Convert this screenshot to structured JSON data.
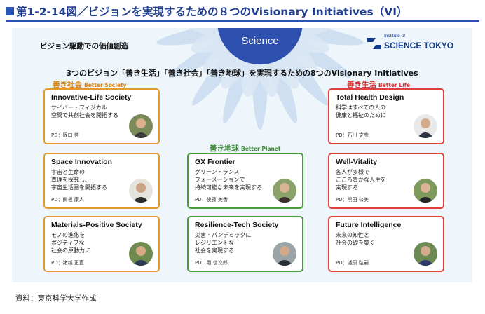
{
  "page_title": "第1-2-14図／ビジョンを実現するための８つのVisionary Initiatives（VI）",
  "science_label": "Science",
  "drive_label": "ビジョン駆動での価値創造",
  "logo": {
    "small": [
      "Institute of"
    ],
    "big": "SCIENCE TOKYO"
  },
  "subtitle": "3つのビジョン「善き生活」「善き社会」「善き地球」を実現するための8つのVisionary Initiatives",
  "groups": [
    {
      "jp": "善き社会",
      "en": "Better Society",
      "color": "#d98412"
    },
    {
      "jp": "善き地球",
      "en": "Better Planet",
      "color": "#3b8a35"
    },
    {
      "jp": "善き生活",
      "en": "Better Life",
      "color": "#d9332f"
    }
  ],
  "cards": [
    {
      "name": "Innovative-Life Society",
      "desc": [
        "サイバー・フィジカル",
        "空間で共創社会を開拓する"
      ],
      "pd": "PD：阪口 啓"
    },
    {
      "name": "Space Innovation",
      "desc": [
        "宇宙と生命の",
        "真理を探究し、",
        "宇宙生活圏を開拓する"
      ],
      "pd": "PD：関根 康人"
    },
    {
      "name": "Materials-Positive Society",
      "desc": [
        "モノの進化を",
        "ポジティブな",
        "社会の原動力に"
      ],
      "pd": "PD：猪越 正直"
    },
    {
      "name": "GX Frontier",
      "desc": [
        "グリーントランス",
        "フォーメーションで",
        "持続可能な未来を実現する"
      ],
      "pd": "PD：後藤 美香"
    },
    {
      "name": "Resilience-Tech Society",
      "desc": [
        "災害・パンデミックに",
        "レジリエントな",
        "社会を実現する"
      ],
      "pd": "PD：鼎 信次郎"
    },
    {
      "name": "Total Health Design",
      "desc": [
        "科学はすべての人の",
        "健康と福祉のために"
      ],
      "pd": "PD：石川 文彦"
    },
    {
      "name": "Well-Vitality",
      "desc": [
        "各人が多様で",
        "こころ豊かな人生を",
        "実現する"
      ],
      "pd": "PD：黒田 公美"
    },
    {
      "name": "Future Intelligence",
      "desc": [
        "未来の知性と",
        "社会の礎を築く"
      ],
      "pd": "PD：淺原 弘嗣"
    }
  ],
  "source": "資料：東京科学大学作成"
}
